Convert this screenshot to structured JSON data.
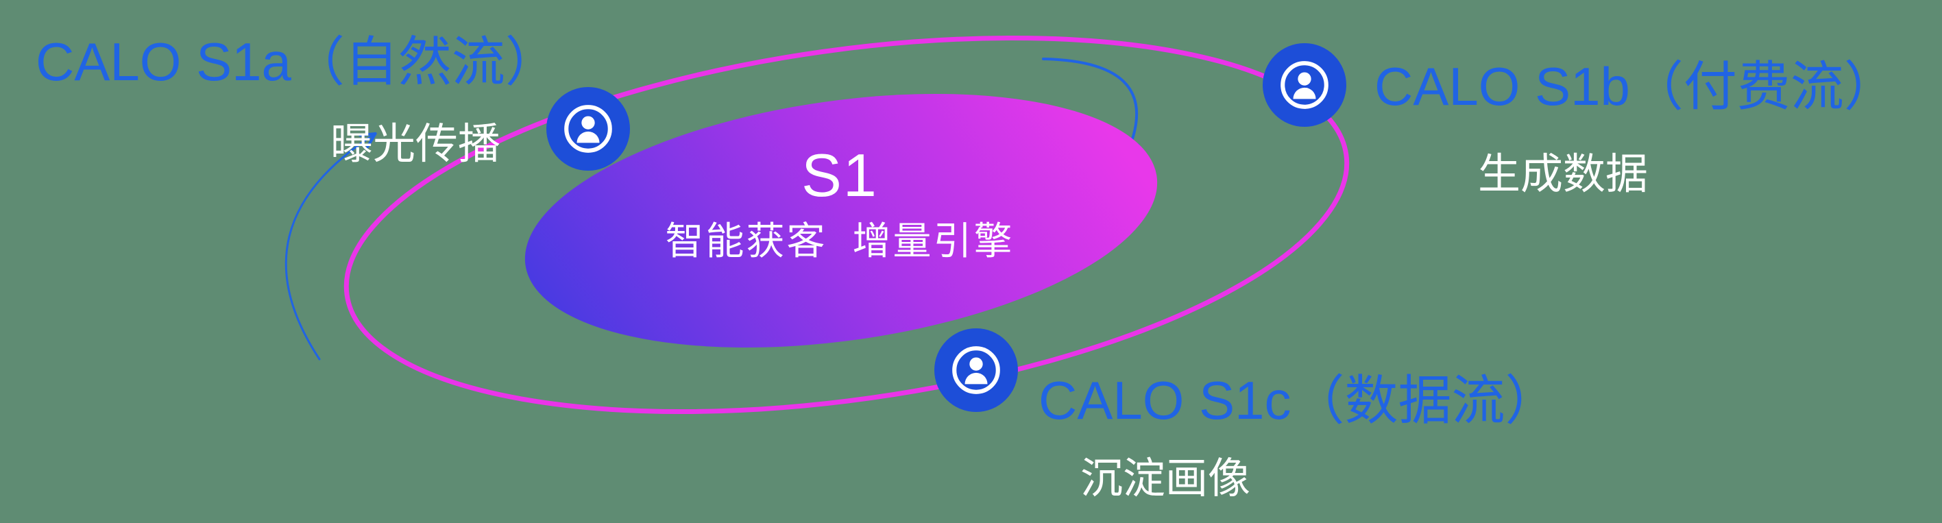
{
  "background": "#5f8c73",
  "colors": {
    "orbit": "#ea34e9",
    "label_blue": "#2064e4",
    "arrow": "#2064e4",
    "node_blue": "#1d4ed8",
    "core_a": "#4a3ae2",
    "core_b": "#a835e8",
    "core_c": "#e838ea",
    "text_white": "#ffffff"
  },
  "core": {
    "title": "S1",
    "subtitle": "智能获客  增量引擎"
  },
  "nodes": [
    {
      "id": "s1a",
      "icon": "user-circle-icon",
      "label": "CALO S1a（自然流）",
      "sublabel": "曝光传播"
    },
    {
      "id": "s1b",
      "icon": "user-circle-icon",
      "label": "CALO S1b（付费流）",
      "sublabel": "生成数据"
    },
    {
      "id": "s1c",
      "icon": "user-circle-icon",
      "label": "CALO S1c（数据流）",
      "sublabel": "沉淀画像"
    }
  ],
  "arrows": [
    {
      "id": "left-arrow",
      "direction": "up-right"
    },
    {
      "id": "right-arrow",
      "direction": "down-left"
    }
  ]
}
